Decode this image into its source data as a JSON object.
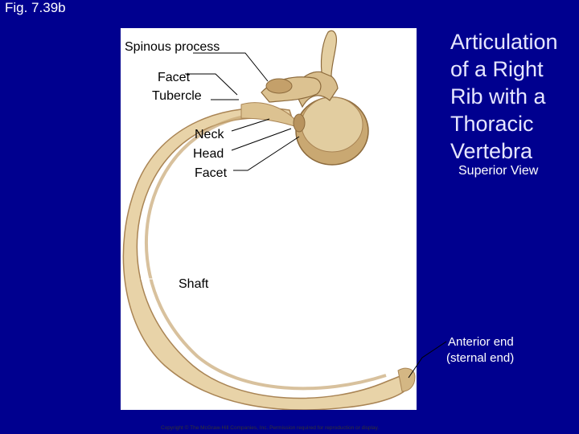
{
  "figure_label": "Fig. 7.39b",
  "title_lines": [
    "Articulation",
    "of a Right",
    "Rib with a",
    "Thoracic",
    "Vertebra"
  ],
  "subtitle": "Superior View",
  "labels": {
    "spinous_process": "Spinous process",
    "facet_top": "Facet",
    "tubercle": "Tubercle",
    "neck": "Neck",
    "head": "Head",
    "facet_bottom": "Facet",
    "shaft": "Shaft",
    "anterior_end_1": "Anterior end",
    "anterior_end_2": "(sternal end)"
  },
  "copyright": "Copyright © The McGraw-Hill Companies, Inc. Permission required for reproduction or display.",
  "colors": {
    "background": "#00008f",
    "bone_light": "#e8d3a8",
    "bone_shadow": "#b08a52"
  }
}
